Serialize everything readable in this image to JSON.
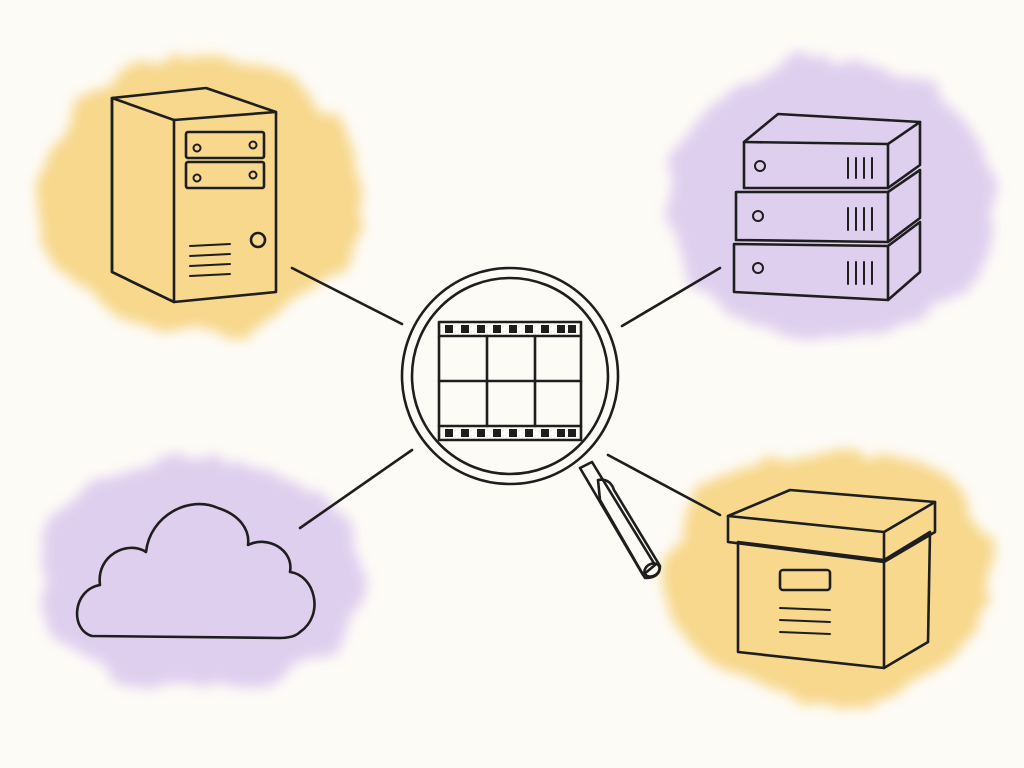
{
  "diagram": {
    "hub": {
      "icon": "film-magnifier-icon"
    },
    "nodes": [
      {
        "id": "desktop",
        "icon": "desktop-tower-icon",
        "color": "#f4cf6a"
      },
      {
        "id": "server-rack",
        "icon": "server-rack-icon",
        "color": "#d7c4e8"
      },
      {
        "id": "cloud",
        "icon": "cloud-icon",
        "color": "#d7c4e8"
      },
      {
        "id": "archive-box",
        "icon": "archive-box-icon",
        "color": "#f4cf6a"
      }
    ],
    "edges": [
      {
        "from": "hub",
        "to": "desktop"
      },
      {
        "from": "hub",
        "to": "server-rack"
      },
      {
        "from": "hub",
        "to": "cloud"
      },
      {
        "from": "hub",
        "to": "archive-box"
      }
    ]
  }
}
